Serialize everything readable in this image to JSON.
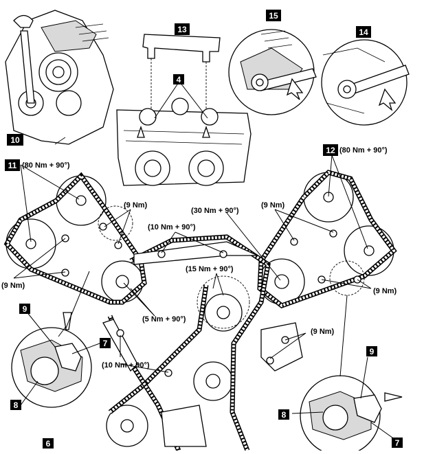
{
  "callouts": {
    "c4": "4",
    "c6": "6",
    "c7a": "7",
    "c7b": "7",
    "c8a": "8",
    "c8b": "8",
    "c9a": "9",
    "c9b": "9",
    "c10": "10",
    "c11": "11",
    "c12": "12",
    "c13": "13",
    "c14": "14",
    "c15": "15"
  },
  "torques": {
    "t_11": "(80 Nm + 90°)",
    "t_12": "(80 Nm + 90°)",
    "t_left_upper": "(9 Nm)",
    "t_left_lower": "(9 Nm)",
    "t_right_upper": "(9 Nm)",
    "t_right_side": "(9 Nm)",
    "t_right_lower": "(9 Nm)",
    "t_center_top": "(30 Nm + 90°)",
    "t_center_guide": "(10 Nm + 90°)",
    "t_center_idler": "(15 Nm + 90°)",
    "t_left_sprocket": "(5 Nm + 90°)",
    "t_lower_left": "(10 Nm + 90°)"
  },
  "colors": {
    "line": "#000000",
    "fill": "#ffffff",
    "shade": "#d9d9d9",
    "callout_bg": "#000000",
    "callout_text": "#ffffff"
  }
}
